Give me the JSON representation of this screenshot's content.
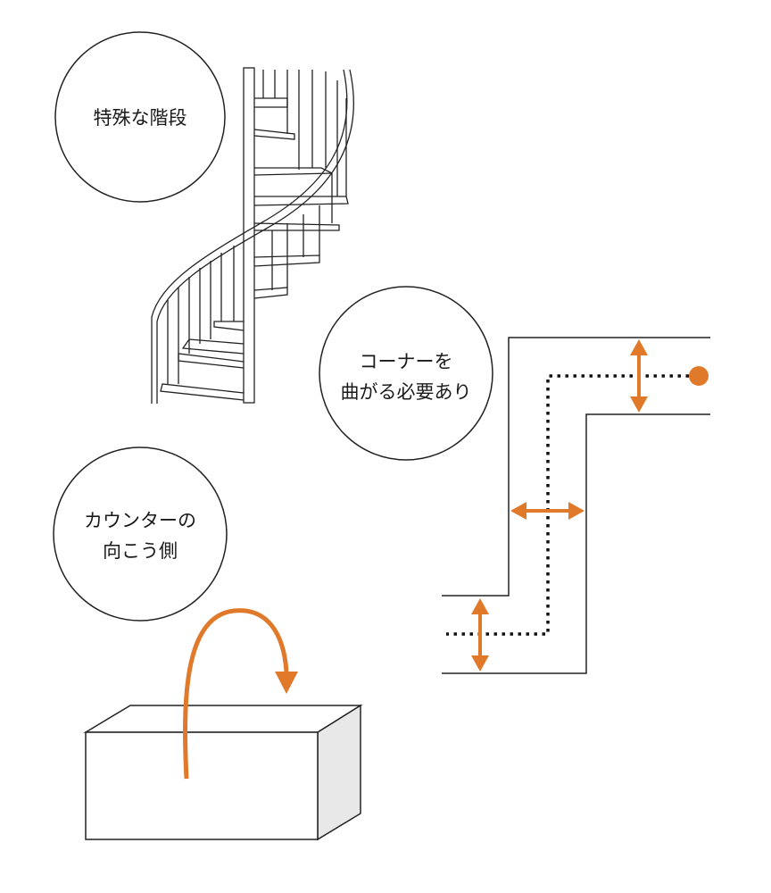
{
  "labels": {
    "special_stairs": "特殊な階段",
    "corner_line1": "コーナーを",
    "corner_line2": "曲がる必要あり",
    "counter_line1": "カウンターの",
    "counter_line2": "向こう側"
  },
  "colors": {
    "accent": "#e07a2a",
    "line": "#222222",
    "box_side": "#e8e8e8"
  },
  "icons": {
    "stairs": "spiral-staircase-illustration",
    "corridor": "l-shaped-corridor-diagram",
    "counter": "counter-box-illustration"
  }
}
